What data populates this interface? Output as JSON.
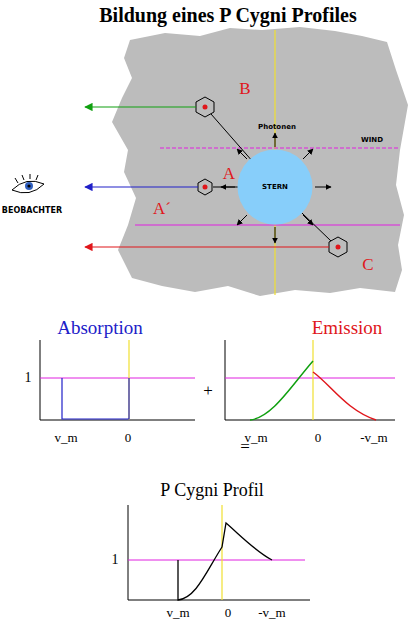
{
  "diagram": {
    "title": "Bildung eines P Cygni Profiles",
    "nodes": [
      {
        "text": [
          "STERN"
        ]
      }
    ],
    "labels": [
      "B",
      "Photonen",
      "WIND",
      "A",
      "BEOBACHTER",
      "A´",
      "C",
      "Absorption",
      "Emission",
      "1",
      "v_m",
      "0",
      "+",
      "v_m",
      "0",
      "-v_m",
      "=",
      "P Cygni Profil",
      "1",
      "v_m",
      "0",
      "-v_m"
    ]
  }
}
